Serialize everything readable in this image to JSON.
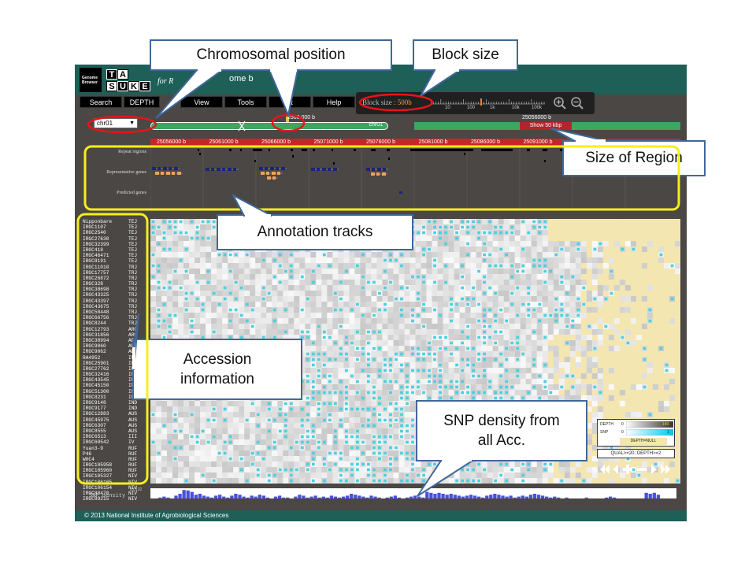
{
  "app": {
    "logo_small": [
      "Genome",
      "Browser"
    ],
    "logo_letters": [
      "T",
      "A",
      "S",
      "U",
      "K",
      "E"
    ],
    "tagline": "for R",
    "title_fragment": "ome b",
    "menu": [
      "Search",
      "DEPTH",
      "View",
      "Tools",
      "et",
      "Help"
    ],
    "block_size_label": "Block size :",
    "block_size_value": "500b",
    "ruler_ticks": [
      "10",
      "100",
      "1k",
      "10k",
      "100k"
    ],
    "chromosome_select": "chr01",
    "chromosome_label": "chr01",
    "position_label": "2500 000 b",
    "region_position_label": "25056000 b",
    "show_region_button": "Show 50 kbp",
    "coordinates": [
      "25056000 b",
      "25061000 b",
      "25066000 b",
      "25071000 b",
      "25076000 b",
      "25081000 b",
      "25086000 b",
      "25091000 b",
      "25096000 b"
    ],
    "tracks": [
      "Repeat regions",
      "Representative genes",
      "Predicted genes"
    ],
    "accessions": [
      [
        "Nipponbare",
        "TEJ"
      ],
      [
        "IRGC1107",
        "TEJ"
      ],
      [
        "IRGC2540",
        "TEJ"
      ],
      [
        "IRGC27630",
        "TEJ"
      ],
      [
        "IRGC32399",
        "TEJ"
      ],
      [
        "IRGC418",
        "TEJ"
      ],
      [
        "IRGC46471",
        "TEJ"
      ],
      [
        "IRGC8191",
        "TEJ"
      ],
      [
        "IRGC11010",
        "TRJ"
      ],
      [
        "IRGC17757",
        "TRJ"
      ],
      [
        "IRGC26872",
        "TRJ"
      ],
      [
        "IRGC328",
        "TRJ"
      ],
      [
        "IRGC38698",
        "TRJ"
      ],
      [
        "IRGC43325",
        "TRJ"
      ],
      [
        "IRGC43397",
        "TRJ"
      ],
      [
        "IRGC43675",
        "TRJ"
      ],
      [
        "IRGC50448",
        "TRJ"
      ],
      [
        "IRGC66756",
        "TRJ"
      ],
      [
        "IRGC8244",
        "TRJ"
      ],
      [
        "IRGC12793",
        "ARO"
      ],
      [
        "IRGC31856",
        "ARO"
      ],
      [
        "IRGC38994",
        "ARO"
      ],
      [
        "IRGC9060",
        "ARO"
      ],
      [
        "IRGC9062",
        "ARO"
      ],
      [
        "RA4952",
        "IND"
      ],
      [
        "IRGC25901",
        "IND"
      ],
      [
        "IRGC27762",
        "IND"
      ],
      [
        "IRGC32416",
        "IND"
      ],
      [
        "IRGC43545",
        "IND"
      ],
      [
        "IRGC45150",
        "IND"
      ],
      [
        "IRGC51300",
        "IND"
      ],
      [
        "IRGC8231",
        "IND"
      ],
      [
        "IRGC9148",
        "IND"
      ],
      [
        "IRGC9177",
        "IND"
      ],
      [
        "IRGC12883",
        "AUS"
      ],
      [
        "IRGC45975",
        "AUS"
      ],
      [
        "IRGC6307",
        "AUS"
      ],
      [
        "IRGC8555",
        "AUS"
      ],
      [
        "IRGC6513",
        "III"
      ],
      [
        "IRGC60542",
        "IV"
      ],
      [
        "Yuan3-9",
        "RUF"
      ],
      [
        "P46",
        "RUF"
      ],
      [
        "W0C4",
        "RUF"
      ],
      [
        "IRGC105958",
        "RUF"
      ],
      [
        "IRGC105960",
        "RUF"
      ],
      [
        "IRGC105327",
        "NIV"
      ],
      [
        "IRGC106105",
        "NIV"
      ],
      [
        "IRGC106154",
        "NIV"
      ],
      [
        "IRGC80470",
        "NIV"
      ],
      [
        "IRGC89215",
        "NIV"
      ]
    ],
    "snp_density_label": "SNP density",
    "snp_density_max": "0.0132",
    "snp_density": [
      0,
      0,
      0.1,
      0.2,
      0.1,
      0,
      0.3,
      0.5,
      0.9,
      0.85,
      0.7,
      0.4,
      0.5,
      0.3,
      0.2,
      0.1,
      0.3,
      0.4,
      0.2,
      0.1,
      0.3,
      0.5,
      0.4,
      0.2,
      0.1,
      0.3,
      0.2,
      0.4,
      0.3,
      0.1,
      0,
      0.2,
      0.3,
      0.1,
      0.1,
      0,
      0.2,
      0.4,
      0.3,
      0.1,
      0.2,
      0.3,
      0.1,
      0.2,
      0.1,
      0.3,
      0.2,
      0.1,
      0.2,
      0.3,
      0.5,
      0.4,
      0.3,
      0.2,
      0.1,
      0.3,
      0.2,
      0.1,
      0,
      0.1,
      0.2,
      0.3,
      0.1,
      0,
      0.1,
      0.2,
      0.3,
      0.2,
      0.1,
      0.7,
      0.6,
      0.5,
      0.6,
      0.5,
      0.4,
      0.5,
      0.4,
      0.3,
      0.2,
      0.3,
      0.4,
      0.3,
      0.2,
      0.1,
      0.3,
      0.4,
      0.5,
      0.4,
      0.3,
      0.2,
      0.3,
      0.1,
      0.2,
      0.3,
      0.2,
      0.4,
      0.5,
      0.4,
      0.3,
      0.2,
      0.1,
      0.2,
      0.1,
      0,
      0.1,
      0,
      0,
      0,
      0,
      0.1,
      0,
      0,
      0,
      0,
      0.1,
      0.2,
      0.1,
      0,
      0,
      0,
      0,
      0,
      0,
      0,
      0.6,
      0.5,
      0.6,
      0.4,
      0,
      0,
      0,
      0
    ],
    "legend": {
      "depth_label": "DEPTH",
      "depth_min": "0",
      "depth_max": "140",
      "snp_label": "SNP",
      "snp_min": "0",
      "snp_max": "1",
      "null_label": "DEPTH=NULL",
      "filter": "QUAL>=20; DEPTH>=2"
    },
    "footer": "© 2013 National Institute of Agrobiological Sciences",
    "colors": {
      "header": "#1e5f57",
      "coord_bar": "#c8242a",
      "chrom_bar": "#3ea660",
      "gene_blue": "#1a237e",
      "gene_orange": "#f0a060",
      "snp": "#4dd0e1",
      "depth": "#f3e6b0",
      "highlight": "#e8141a",
      "annot_outline": "#f7ee1c"
    }
  },
  "callouts": {
    "chromosomal_position": "Chromosomal  position",
    "block_size": "Block size",
    "size_of_region": "Size of Region",
    "annotation_tracks": "Annotation tracks",
    "accession_information": [
      "Accession",
      "information"
    ],
    "snp_density": [
      "SNP density from",
      "all Acc."
    ]
  }
}
